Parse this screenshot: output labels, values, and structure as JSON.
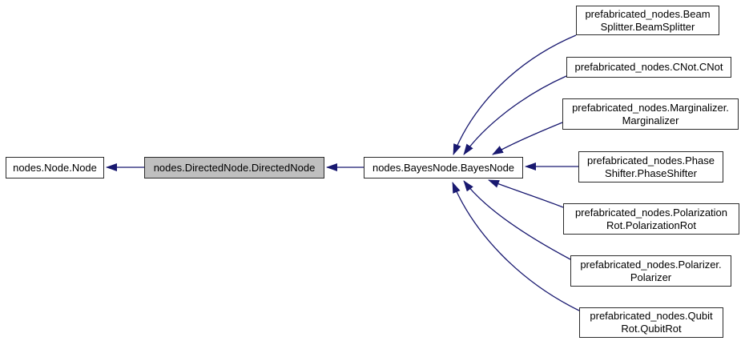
{
  "diagram": {
    "kind": "class-inheritance-graph",
    "arrow_color": "#191970",
    "highlight_fill": "#bfbfbf",
    "nodes": [
      {
        "label": "nodes.Node.Node",
        "highlighted": false
      },
      {
        "label": "nodes.DirectedNode.DirectedNode",
        "highlighted": true
      },
      {
        "label": "nodes.BayesNode.BayesNode",
        "highlighted": false
      },
      {
        "label": "prefabricated_nodes.Beam\nSplitter.BeamSplitter",
        "highlighted": false
      },
      {
        "label": "prefabricated_nodes.CNot.CNot",
        "highlighted": false
      },
      {
        "label": "prefabricated_nodes.Marginalizer.\nMarginalizer",
        "highlighted": false
      },
      {
        "label": "prefabricated_nodes.Phase\nShifter.PhaseShifter",
        "highlighted": false
      },
      {
        "label": "prefabricated_nodes.Polarization\nRot.PolarizationRot",
        "highlighted": false
      },
      {
        "label": "prefabricated_nodes.Polarizer.\nPolarizer",
        "highlighted": false
      },
      {
        "label": "prefabricated_nodes.Qubit\nRot.QubitRot",
        "highlighted": false
      }
    ],
    "edges": [
      {
        "from": "nodes.DirectedNode.DirectedNode",
        "to": "nodes.Node.Node"
      },
      {
        "from": "nodes.BayesNode.BayesNode",
        "to": "nodes.DirectedNode.DirectedNode"
      },
      {
        "from": "prefabricated_nodes.BeamSplitter.BeamSplitter",
        "to": "nodes.BayesNode.BayesNode"
      },
      {
        "from": "prefabricated_nodes.CNot.CNot",
        "to": "nodes.BayesNode.BayesNode"
      },
      {
        "from": "prefabricated_nodes.Marginalizer.Marginalizer",
        "to": "nodes.BayesNode.BayesNode"
      },
      {
        "from": "prefabricated_nodes.PhaseShifter.PhaseShifter",
        "to": "nodes.BayesNode.BayesNode"
      },
      {
        "from": "prefabricated_nodes.PolarizationRot.PolarizationRot",
        "to": "nodes.BayesNode.BayesNode"
      },
      {
        "from": "prefabricated_nodes.Polarizer.Polarizer",
        "to": "nodes.BayesNode.BayesNode"
      },
      {
        "from": "prefabricated_nodes.QubitRot.QubitRot",
        "to": "nodes.BayesNode.BayesNode"
      }
    ]
  }
}
